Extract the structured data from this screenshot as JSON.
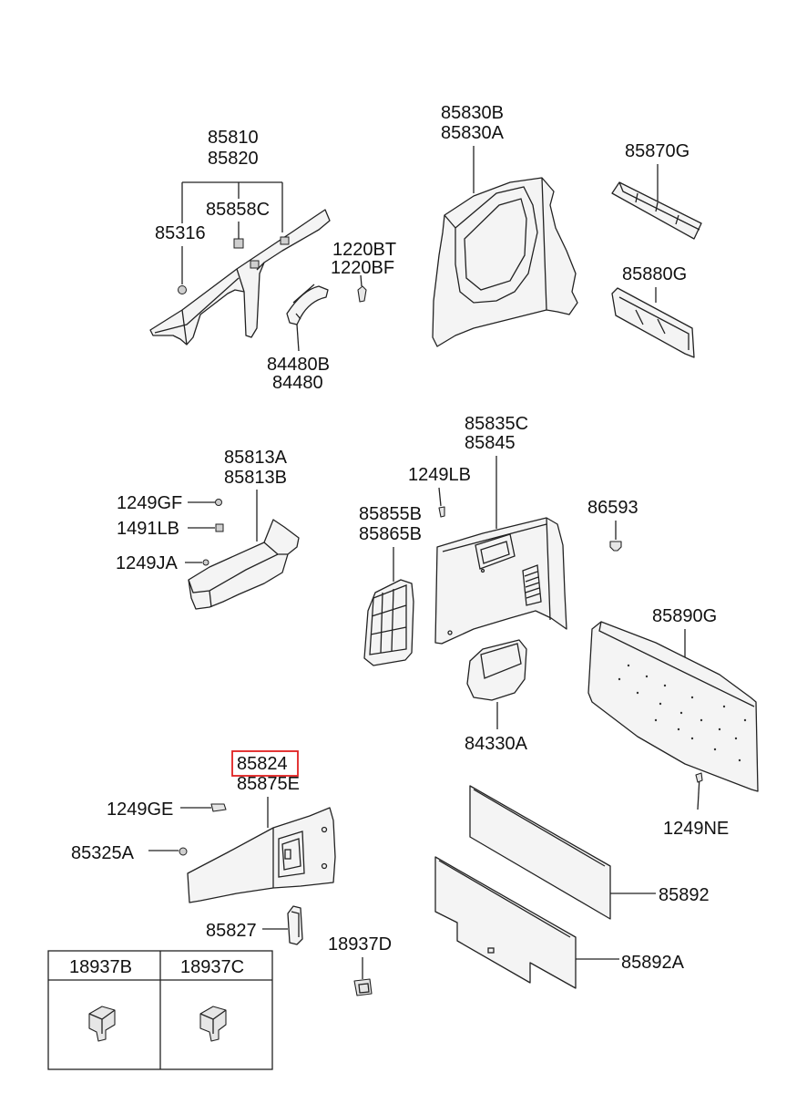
{
  "labels": {
    "p85810": "85810",
    "p85820": "85820",
    "p85858C": "85858C",
    "p85316": "85316",
    "p1220BT": "1220BT",
    "p1220BF": "1220BF",
    "p84480B": "84480B",
    "p84480": "84480",
    "p85830B": "85830B",
    "p85830A": "85830A",
    "p85870G": "85870G",
    "p85880G": "85880G",
    "p85835C": "85835C",
    "p85845": "85845",
    "p1249LB": "1249LB",
    "p86593": "86593",
    "p85855B": "85855B",
    "p85865B": "85865B",
    "p85890G": "85890G",
    "p84330A": "84330A",
    "p1249NE": "1249NE",
    "p85813A": "85813A",
    "p85813B": "85813B",
    "p1249GF": "1249GF",
    "p1491LB": "1491LB",
    "p1249JA": "1249JA",
    "p85824": "85824",
    "p85875E": "85875E",
    "p1249GE": "1249GE",
    "p85325A": "85325A",
    "p85827": "85827",
    "p18937D": "18937D",
    "p85892": "85892",
    "p85892A": "85892A",
    "p18937B": "18937B",
    "p18937C": "18937C"
  },
  "highlight_color": "#e02020"
}
